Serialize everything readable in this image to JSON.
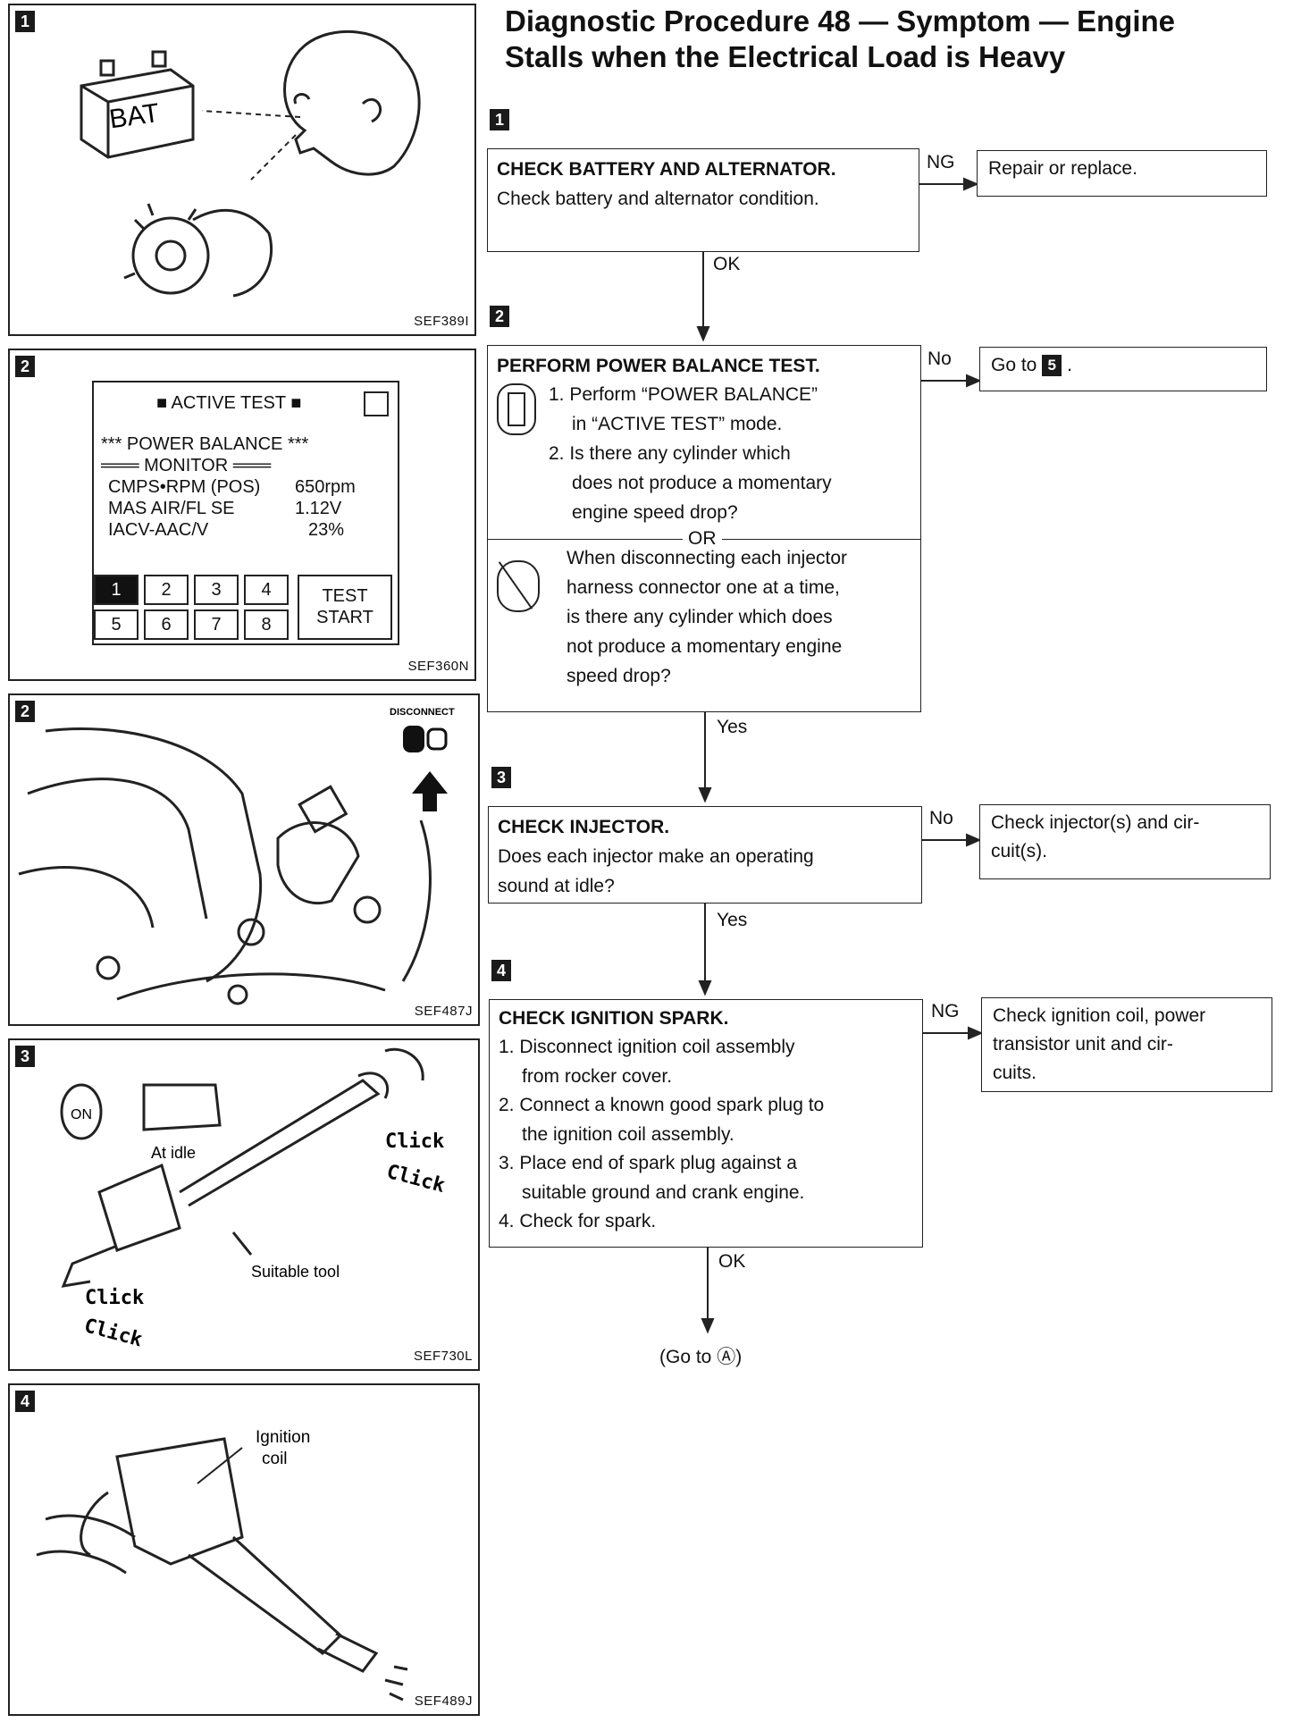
{
  "title": {
    "line1": "Diagnostic Procedure 48 — Symptom — Engine",
    "line2": "Stalls when the Electrical Load is Heavy"
  },
  "figures": [
    {
      "badge": "1",
      "code": "SEF389I",
      "labels": {
        "bat": "BAT"
      }
    },
    {
      "badge": "2",
      "code": "SEF360N",
      "screen": {
        "header": "ACTIVE TEST",
        "title": "*** POWER BALANCE ***",
        "monitor": "═══ MONITOR ═══",
        "rows": [
          {
            "name": "CMPS•RPM (POS)",
            "value": "650rpm"
          },
          {
            "name": "MAS AIR/FL SE",
            "value": "1.12V"
          },
          {
            "name": "IACV-AAC/V",
            "value": "23%"
          }
        ],
        "keys": [
          "1",
          "2",
          "3",
          "4",
          "5",
          "6",
          "7",
          "8"
        ],
        "test_start": [
          "TEST",
          "START"
        ]
      }
    },
    {
      "badge": "2",
      "code": "SEF487J",
      "labels": {
        "disconnect": "DISCONNECT"
      }
    },
    {
      "badge": "3",
      "code": "SEF730L",
      "labels": {
        "on": "ON",
        "at_idle": "At idle",
        "click1": "Click",
        "click2": "Click",
        "click3": "Click",
        "click4": "Click",
        "tool": "Suitable tool"
      }
    },
    {
      "badge": "4",
      "code": "SEF489J",
      "labels": {
        "ignition1": "Ignition",
        "ignition2": "coil"
      }
    }
  ],
  "flow": {
    "steps": [
      {
        "badge": "1",
        "head": "CHECK BATTERY AND ALTERNATOR.",
        "lines": [
          "Check battery and alternator condition."
        ],
        "branch_label": "NG",
        "branch_text": [
          "Repair or replace."
        ],
        "down_label": "OK"
      },
      {
        "badge": "2",
        "head": "PERFORM POWER BALANCE TEST.",
        "items": [
          "1. Perform “POWER BALANCE”",
          "in “ACTIVE TEST” mode.",
          "2. Is there any cylinder which",
          "does not produce a momentary",
          "engine speed drop?"
        ],
        "or": "OR",
        "alt": [
          "When disconnecting each injector",
          "harness connector one at a time,",
          "is there any cylinder which does",
          "not produce a momentary engine",
          "speed drop?"
        ],
        "branch_label": "No",
        "branch_text_pre": "Go to",
        "branch_badge": "5",
        "branch_text_post": ".",
        "down_label": "Yes"
      },
      {
        "badge": "3",
        "head": "CHECK INJECTOR.",
        "lines": [
          "Does each injector make an operating",
          "sound at idle?"
        ],
        "branch_label": "No",
        "branch_text": [
          "Check injector(s) and cir-",
          "cuit(s)."
        ],
        "down_label": "Yes"
      },
      {
        "badge": "4",
        "head": "CHECK IGNITION SPARK.",
        "items": [
          "1. Disconnect ignition coil assembly",
          "from rocker cover.",
          "2. Connect a known good spark plug to",
          "the ignition coil assembly.",
          "3. Place end of spark plug against a",
          "suitable ground and crank engine.",
          "4. Check for spark."
        ],
        "branch_label": "NG",
        "branch_text": [
          "Check ignition coil, power",
          "transistor unit and cir-",
          "cuits."
        ],
        "down_label": "OK"
      }
    ],
    "goto": "(Go to Ⓐ)"
  }
}
